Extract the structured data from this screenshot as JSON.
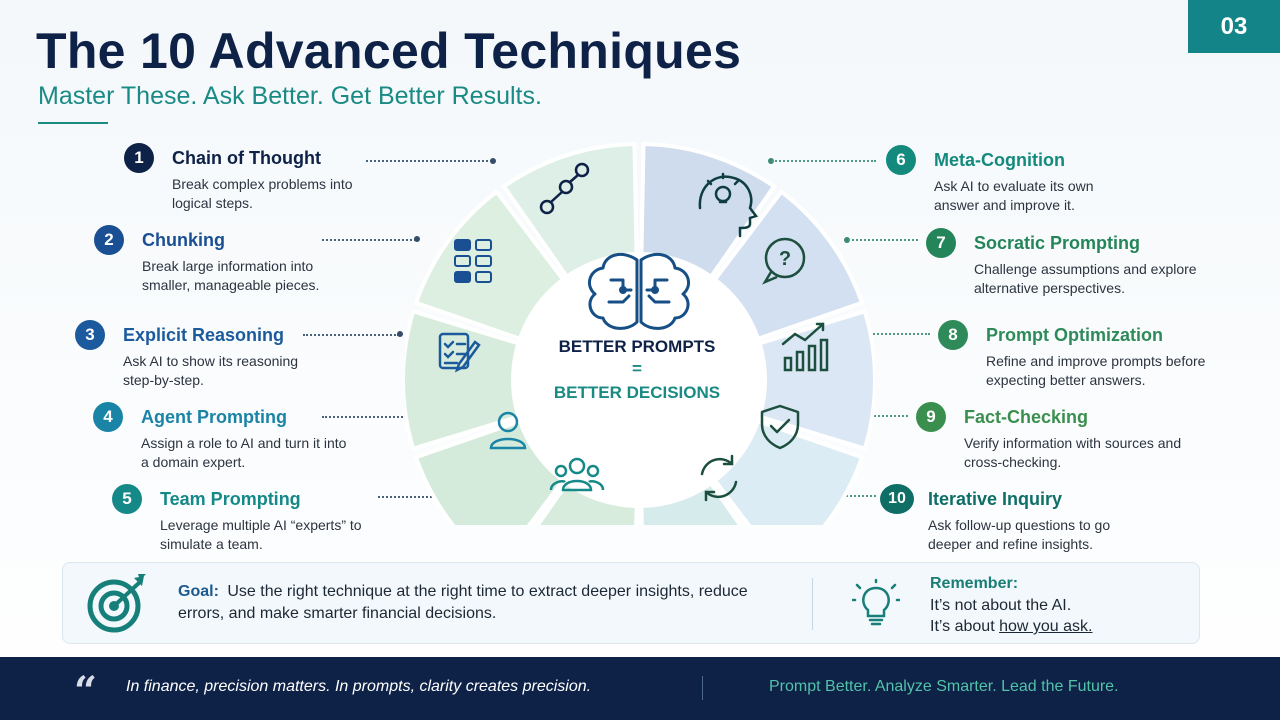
{
  "page_number": "03",
  "title": "The 10 Advanced Techniques",
  "subtitle": "Master These. Ask Better. Get Better Results.",
  "center": {
    "line1": "BETTER PROMPTS",
    "line2": "=",
    "line3": "BETTER DECISIONS"
  },
  "techniques": [
    {
      "num": "1",
      "name": "Chain of Thought",
      "desc": "Break complex problems into logical steps.",
      "icon": "chain-nodes-icon",
      "color": "#0e2147"
    },
    {
      "num": "2",
      "name": "Chunking",
      "desc": "Break large information into smaller, manageable pieces.",
      "icon": "grid-blocks-icon",
      "color": "#1b4f93"
    },
    {
      "num": "3",
      "name": "Explicit Reasoning",
      "desc": "Ask AI to show its reasoning step-by-step.",
      "icon": "checklist-pencil-icon",
      "color": "#1b5a9c"
    },
    {
      "num": "4",
      "name": "Agent Prompting",
      "desc": "Assign a role to AI and turn it into a domain expert.",
      "icon": "person-icon",
      "color": "#1a84a6"
    },
    {
      "num": "5",
      "name": "Team Prompting",
      "desc": "Leverage multiple AI “experts” to simulate a team.",
      "icon": "team-icon",
      "color": "#158988"
    },
    {
      "num": "6",
      "name": "Meta-Cognition",
      "desc": "Ask AI to evaluate its own answer and improve it.",
      "icon": "head-lightbulb-icon",
      "color": "#138a7d"
    },
    {
      "num": "7",
      "name": "Socratic Prompting",
      "desc": "Challenge assumptions and explore alternative perspectives.",
      "icon": "question-bubble-icon",
      "color": "#24855a"
    },
    {
      "num": "8",
      "name": "Prompt Optimization",
      "desc": "Refine and improve prompts before expecting better answers.",
      "icon": "growth-chart-icon",
      "color": "#2f8a59"
    },
    {
      "num": "9",
      "name": "Fact-Checking",
      "desc": "Verify information with sources and cross-checking.",
      "icon": "shield-check-icon",
      "color": "#3a8f4f"
    },
    {
      "num": "10",
      "name": "Iterative Inquiry",
      "desc": "Ask follow-up questions to go deeper and refine insights.",
      "icon": "refresh-cycle-icon",
      "color": "#0f6e66"
    }
  ],
  "goal": {
    "label": "Goal:",
    "text": "Use the right technique at the right time to extract deeper insights, reduce errors, and make smarter financial decisions."
  },
  "remember": {
    "title": "Remember:",
    "line1": "It’s not about the AI.",
    "line2_prefix": "It’s about ",
    "line2_link": "how you ask."
  },
  "footer": {
    "quote": "In finance, precision matters. In prompts, clarity creates precision.",
    "tagline": "Prompt Better. Analyze Smarter. Lead the Future."
  },
  "colors": {
    "navy": "#0e2147",
    "teal": "#1a8a84",
    "green_accent": "#52c2a8"
  }
}
